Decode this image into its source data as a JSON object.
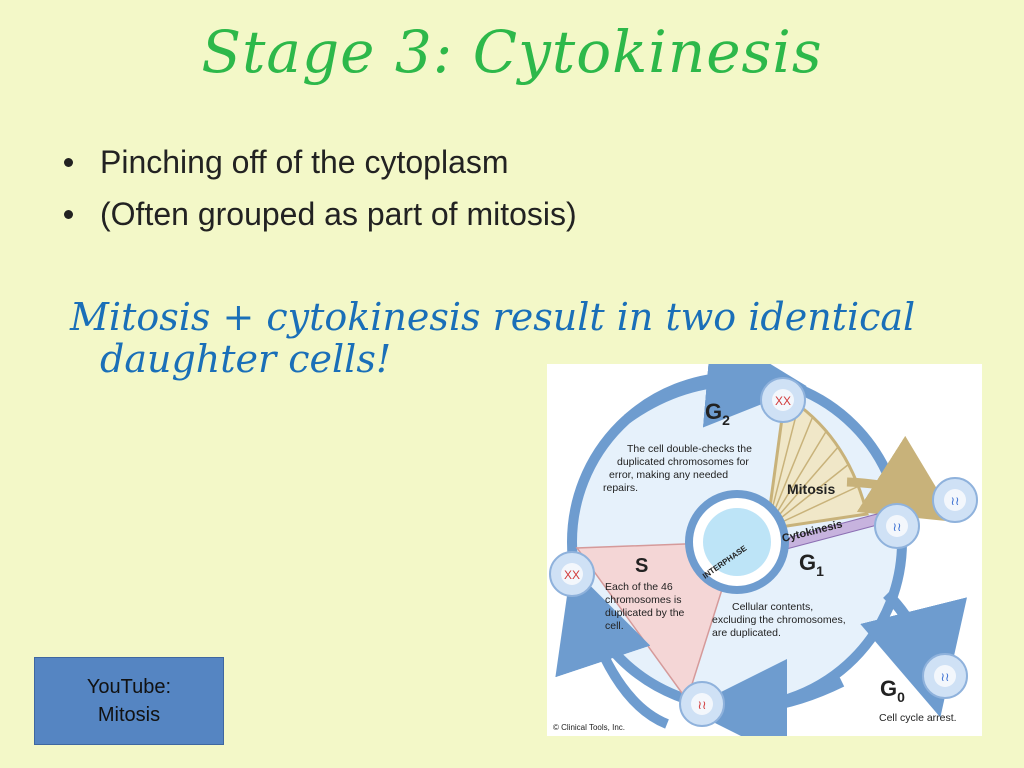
{
  "slide": {
    "title": "Stage 3: Cytokinesis",
    "bullets": [
      "Pinching off of the cytoplasm",
      "(Often grouped as part of mitosis)"
    ],
    "callout_line1": "Mitosis + cytokinesis result in two identical",
    "callout_line2": "daughter cells!"
  },
  "link_button": {
    "line1": "YouTube:",
    "line2": "Mitosis"
  },
  "diagram": {
    "g2": {
      "label": "G",
      "sub": "2",
      "desc": [
        "The cell double-checks the",
        "duplicated chromosomes for",
        "error, making any needed",
        "repairs."
      ]
    },
    "s": {
      "label": "S",
      "desc": [
        "Each of the 46",
        "chromosomes is",
        "duplicated by the",
        "cell."
      ]
    },
    "g1": {
      "label": "G",
      "sub": "1",
      "desc": [
        "Cellular contents,",
        "excluding the chromosomes,",
        "are duplicated."
      ]
    },
    "g0": {
      "label": "G",
      "sub": "0",
      "desc": "Cell cycle arrest."
    },
    "mitosis_label": "Mitosis",
    "cytokinesis_label": "Cytokinesis",
    "interphase_label": "INTERPHASE",
    "credit": "© Clinical Tools, Inc.",
    "colors": {
      "arrow": "#6e9ccf",
      "mitosis": "#c8b27a",
      "s_wedge": "#f4d6d6",
      "cell_fill": "#e6f1fb",
      "inner": "#bde4f7"
    }
  }
}
